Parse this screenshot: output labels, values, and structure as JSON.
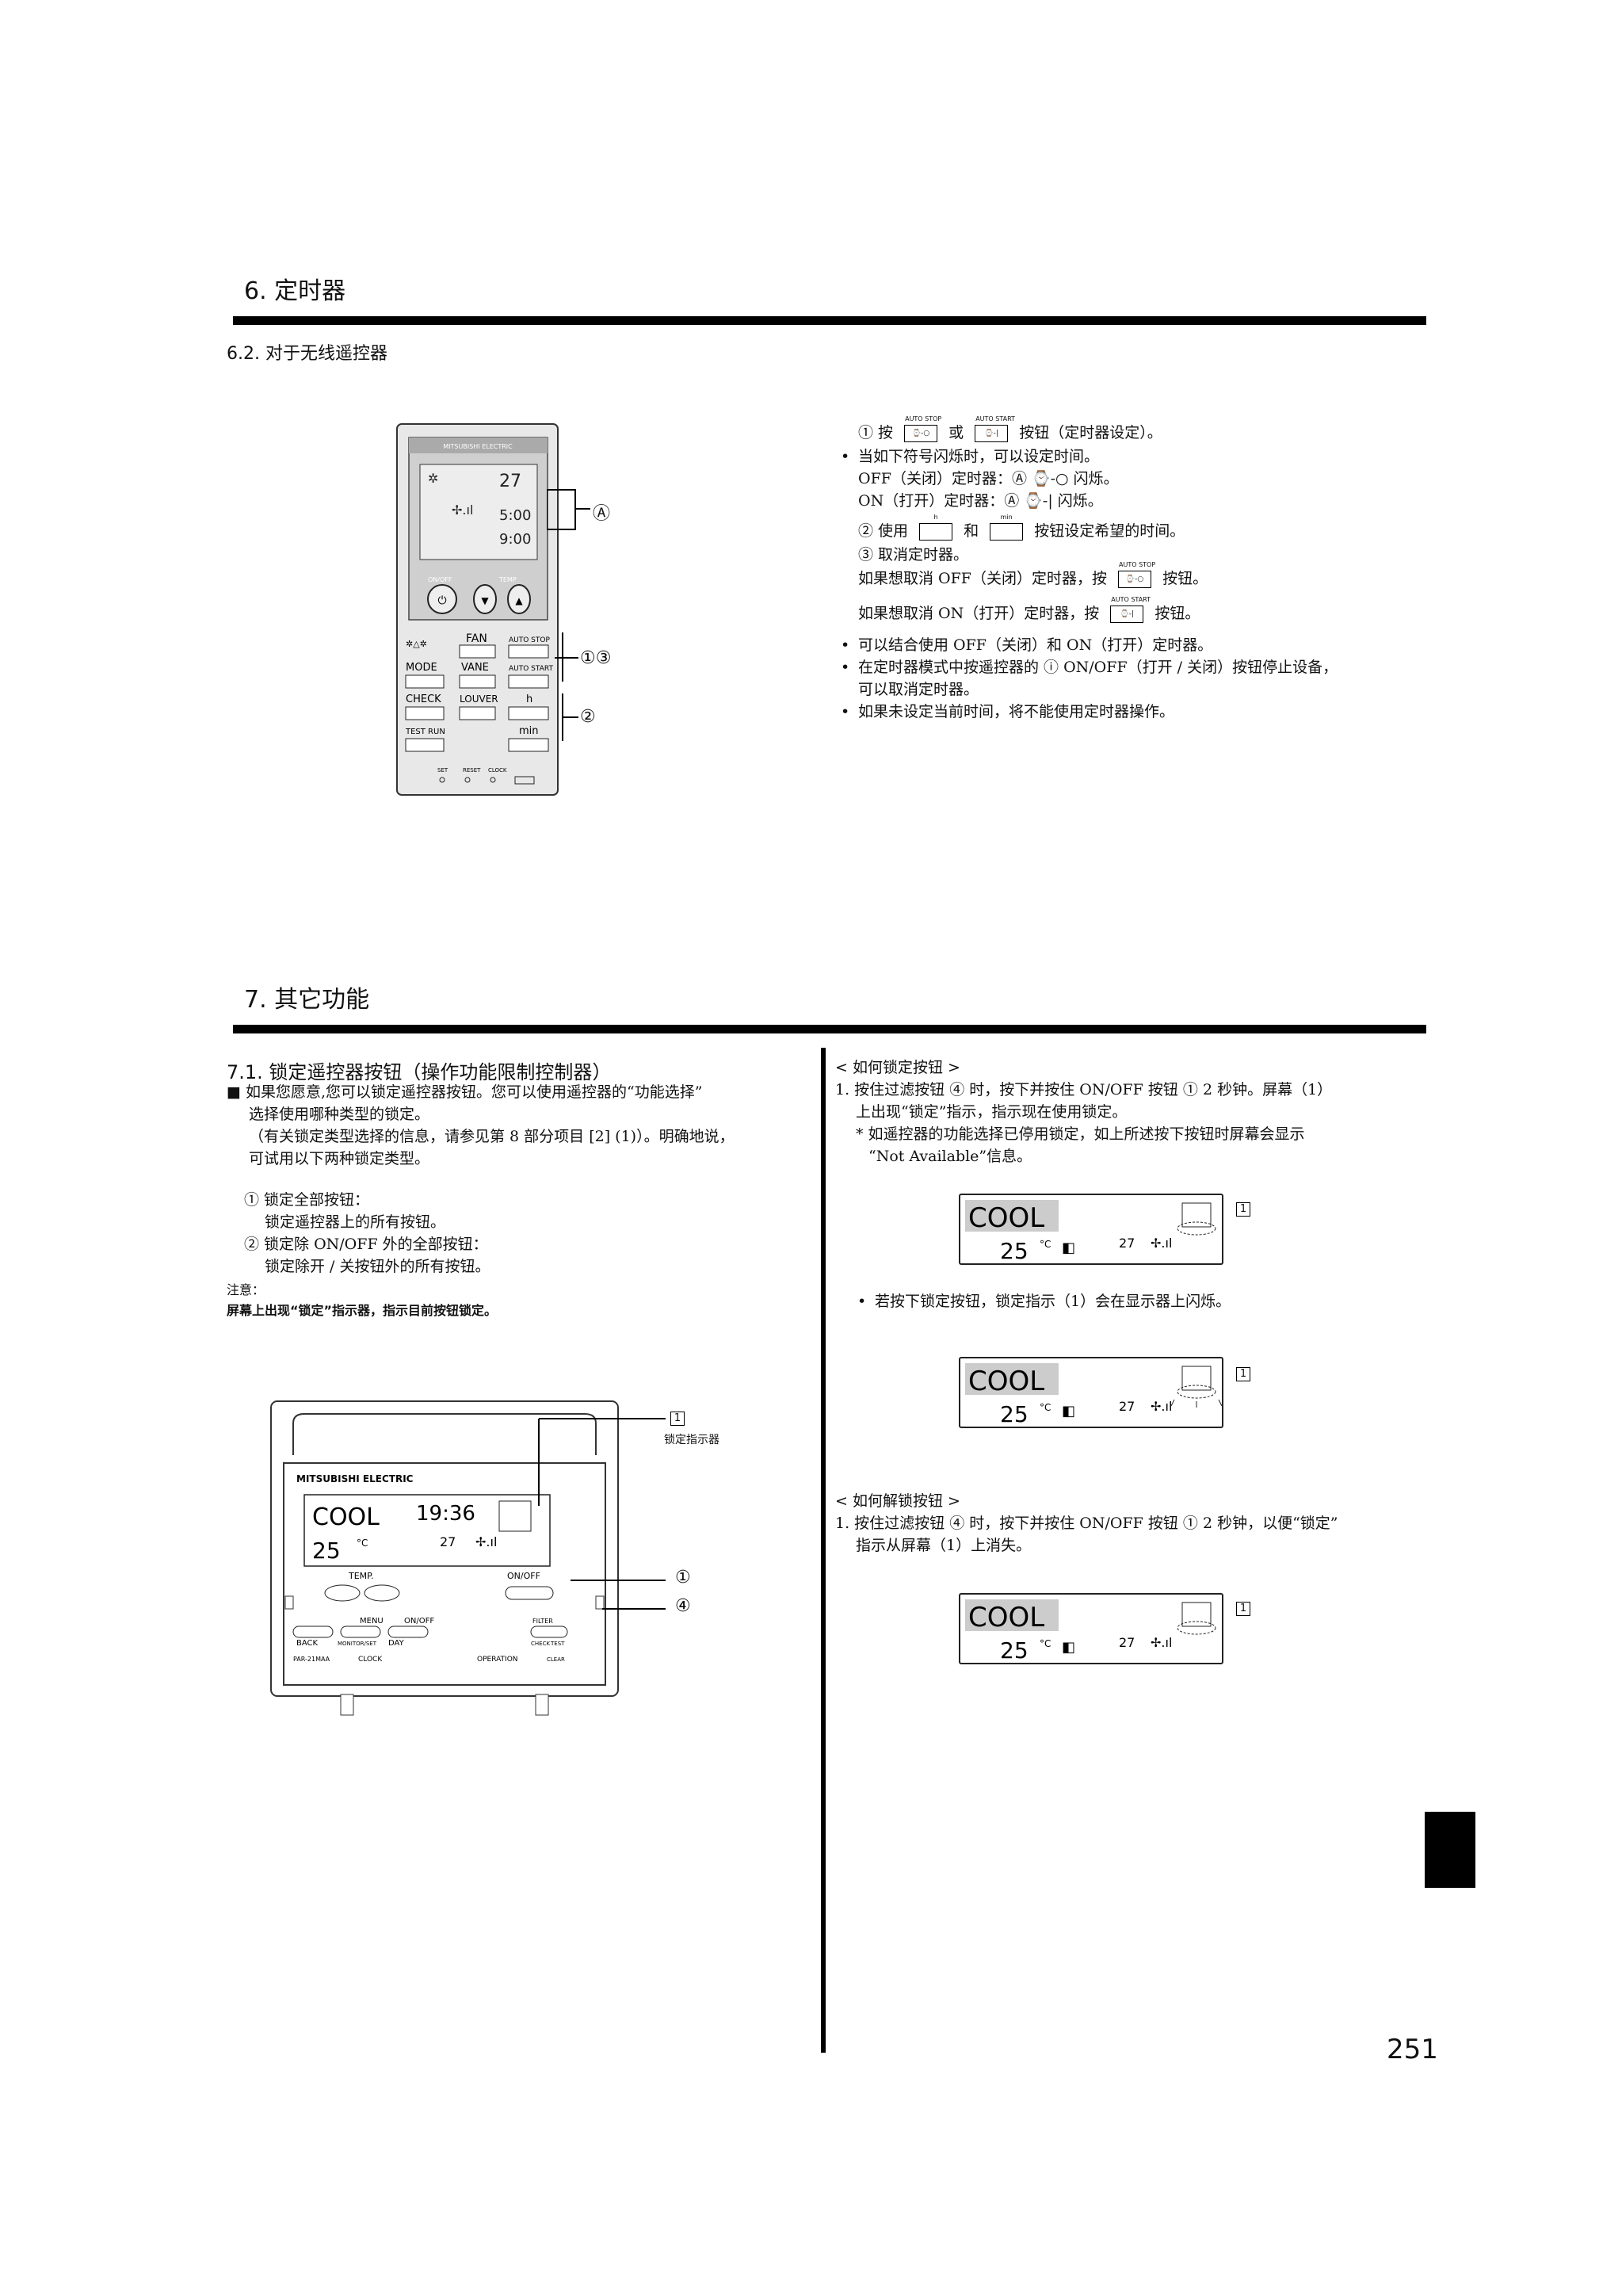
{
  "section6": {
    "title": "6. 定时器",
    "subtitle": "6.2. 对于无线遥控器",
    "lines": [
      "① 按",
      "或",
      "按钮（定时器设定）。",
      "当如下符号闪烁时，可以设定时间。",
      "OFF（关闭）定时器：Ⓐ ⌚-○ 闪烁。",
      "ON（打开）定时器：Ⓐ ⌚-| 闪烁。",
      "② 使用",
      "和",
      "按钮设定希望的时间。",
      "③ 取消定时器。",
      "如果想取消 OFF（关闭）定时器，按",
      "按钮。",
      "如果想取消 ON（打开）定时器，按",
      "按钮。",
      "可以结合使用 OFF（关闭）和 ON（打开）定时器。",
      "在定时器模式中按遥控器的 ⓘ ON/OFF（打开 / 关闭）按钮停止设备，",
      "可以取消定时器。",
      "如果未设定当前时间，将不能使用定时器操作。"
    ],
    "btn_auto_stop": "AUTO STOP",
    "btn_auto_start": "AUTO START",
    "btn_h": "h",
    "btn_min": "min"
  },
  "remote": {
    "brand": "MITSUBISHI ELECTRIC",
    "temp": "27",
    "time1": "5:00",
    "time2": "9:00",
    "onoff": "ON/OFF",
    "temp_label": "TEMP",
    "fan": "FAN",
    "auto_stop": "AUTO STOP",
    "mode": "MODE",
    "vane": "VANE",
    "auto_start": "AUTO START",
    "check": "CHECK",
    "louver": "LOUVER",
    "h": "h",
    "test_run": "TEST RUN",
    "min": "min",
    "set": "SET",
    "reset": "RESET",
    "clock": "CLOCK",
    "callout_a": "Ⓐ",
    "callout_13": "①③",
    "callout_2": "②"
  },
  "section7": {
    "title": "7. 其它功能",
    "subtitle": "7.1.  锁定遥控器按钮（操作功能限制控制器）",
    "left_lines": [
      "■ 如果您愿意,您可以锁定遥控器按钮。您可以使用遥控器的“功能选择”",
      "选择使用哪种类型的锁定。",
      "（有关锁定类型选择的信息，请参见第 8 部分项目 [2] (1)）。明确地说，",
      "可试用以下两种锁定类型。",
      "① 锁定全部按钮：",
      "锁定遥控器上的所有按钮。",
      "② 锁定除 ON/OFF 外的全部按钮：",
      "锁定除开 / 关按钮外的所有按钮。",
      "注意：",
      "屏幕上出现“锁定”指示器，指示目前按钮锁定。"
    ],
    "lock_label": "锁定指示器",
    "lock_heading": "< 如何锁定按钮 >",
    "lock_lines": [
      "1. 按住过滤按钮 ④ 时，按下并按住 ON/OFF 按钮 ① 2 秒钟。屏幕（1）",
      "上出现“锁定”指示，指示现在使用锁定。",
      "* 如遥控器的功能选择已停用锁定，如上所述按下按钮时屏幕会显示",
      "“Not Available”信息。"
    ],
    "flash_line": "若按下锁定按钮，锁定指示（1）会在显示器上闪烁。",
    "unlock_heading": "< 如何解锁按钮 >",
    "unlock_lines": [
      "1. 按住过滤按钮 ④ 时，按下并按住 ON/OFF 按钮 ① 2 秒钟，以便“锁定”",
      "指示从屏幕（1）上消失。"
    ],
    "lcd_mode": "COOL",
    "lcd_set_temp": "25",
    "lcd_room_temp": "27",
    "lcd_unit": "°C",
    "callout_1": "1",
    "wired": {
      "brand": "MITSUBISHI ELECTRIC",
      "time": "19:36",
      "temp": "TEMP.",
      "onoff": "ON/OFF",
      "menu": "MENU",
      "onoff2": "ON/OFF",
      "filter": "FILTER",
      "back": "BACK",
      "monitor": "MONITOR/SET",
      "day": "DAY",
      "check": "CHECK",
      "test": "TEST",
      "model": "PAR-21MAA",
      "clock": "CLOCK",
      "operation": "OPERATION",
      "clear": "CLEAR",
      "callout_1": "①",
      "callout_4": "④"
    }
  },
  "page_number": "251"
}
